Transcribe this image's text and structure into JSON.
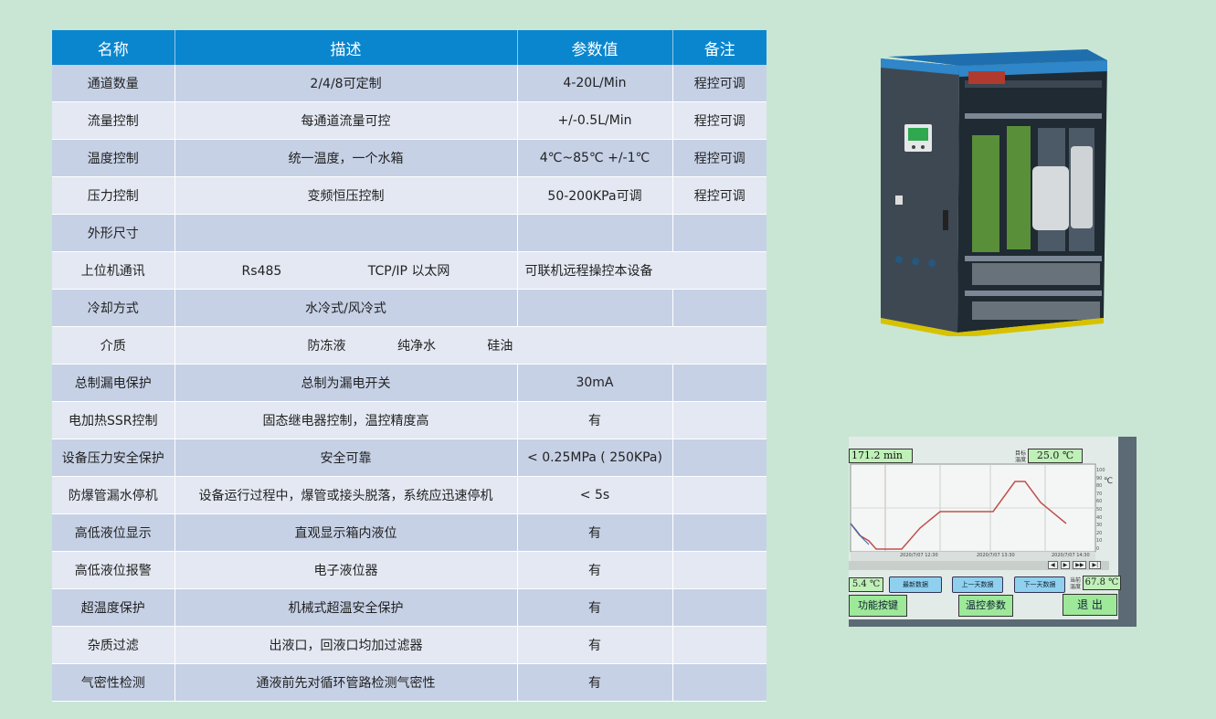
{
  "table": {
    "headers": [
      "名称",
      "描述",
      "参数值",
      "备注"
    ],
    "rows": [
      {
        "name": "通道数量",
        "desc": "2/4/8可定制",
        "value": "4-20L/Min",
        "note": "程控可调"
      },
      {
        "name": "流量控制",
        "desc": "每通道流量可控",
        "value": "+/-0.5L/Min",
        "note": "程控可调"
      },
      {
        "name": "温度控制",
        "desc": "统一温度，一个水箱",
        "value": "4℃~85℃ +/-1℃",
        "note": "程控可调"
      },
      {
        "name": "压力控制",
        "desc": "变频恒压控制",
        "value": "50-200KPa可调",
        "note": "程控可调"
      },
      {
        "name": "外形尺寸",
        "desc": "",
        "value": "",
        "note": ""
      },
      {
        "name": "上位机通讯",
        "desc_a": "Rs485",
        "desc_b": "TCP/IP 以太网",
        "value": "可联机远程操控本设备"
      },
      {
        "name": "冷却方式",
        "desc": "水冷式/风冷式",
        "value": "",
        "note": ""
      },
      {
        "name": "介质",
        "desc_a": "防冻液",
        "desc_b": "纯净水",
        "desc_c": "硅油"
      },
      {
        "name": "总制漏电保护",
        "desc": "总制为漏电开关",
        "value": "30mA",
        "note": ""
      },
      {
        "name": "电加热SSR控制",
        "desc": "固态继电器控制，温控精度高",
        "value": "有",
        "note": ""
      },
      {
        "name": "设备压力安全保护",
        "desc": "安全可靠",
        "value": "< 0.25MPa ( 250KPa)",
        "note": ""
      },
      {
        "name": "防爆管漏水停机",
        "desc": "设备运行过程中，爆管或接头脱落，系统应迅速停机",
        "value": "< 5s",
        "note": ""
      },
      {
        "name": "高低液位显示",
        "desc": "直观显示箱内液位",
        "value": "有",
        "note": ""
      },
      {
        "name": "高低液位报警",
        "desc": "电子液位器",
        "value": "有",
        "note": ""
      },
      {
        "name": "超温度保护",
        "desc": "机械式超温安全保护",
        "value": "有",
        "note": ""
      },
      {
        "name": "杂质过滤",
        "desc": "出液口，回液口均加过滤器",
        "value": "有",
        "note": ""
      },
      {
        "name": "气密性检测",
        "desc": "通液前先对循环管路检测气密性",
        "value": "有",
        "note": ""
      }
    ]
  },
  "screen": {
    "time": "171.2 min",
    "target_label_1": "目标",
    "target_label_2": "温度",
    "target_value": "25.0 ℃",
    "unit": "℃",
    "left_value": "5.4 ℃",
    "current_label_1": "当前",
    "current_label_2": "温度",
    "current_value": "67.8 ℃",
    "btn_latest": "最新数据",
    "btn_prev_day": "上一天数据",
    "btn_next_day": "下一天数据",
    "btn_function": "功能按键",
    "btn_temp_params": "温控参数",
    "btn_exit": "退 出",
    "time_tick_1": "2020/7/07 12:30",
    "time_tick_2": "2020/7/07 13:30",
    "time_tick_3": "2020/7/07 14:30",
    "y_ticks": [
      "100",
      "90",
      "80",
      "70",
      "60",
      "50",
      "40",
      "30",
      "20",
      "10",
      "0"
    ],
    "nav_glyphs": [
      "◀",
      "▶",
      "▶▶",
      "▶|"
    ]
  },
  "colors": {
    "page_bg": "#c9e6d5",
    "header_bg": "#0a86cf",
    "row_odd": "#c6d1e6",
    "row_even": "#e3e8f2",
    "device_blue": "#2f86c8",
    "device_dark": "#3d4650",
    "screen_btn_blue": "#8fd0ee",
    "screen_btn_green": "#9ee89a",
    "curve": "#c0504d"
  },
  "images": {
    "device": "chiller-device-illustration",
    "screen": "temperature-trend-screen-photo"
  }
}
